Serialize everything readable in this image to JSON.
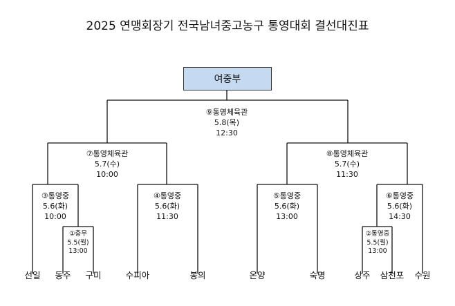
{
  "title": "2025 연맹회장기 전국남녀중고농구 통영대회 결선대진표",
  "division": "여중부",
  "matches": {
    "m9": {
      "venue": "⑨통영체육관",
      "date": "5.8(목)",
      "time": "12:30"
    },
    "m7": {
      "venue": "⑦통영체육관",
      "date": "5.7(수)",
      "time": "10:00"
    },
    "m8": {
      "venue": "⑧통영체육관",
      "date": "5.7(수)",
      "time": "11:30"
    },
    "m3": {
      "venue": "③통영중",
      "date": "5.6(화)",
      "time": "10:00"
    },
    "m4": {
      "venue": "④통영중",
      "date": "5.6(화)",
      "time": "11:30"
    },
    "m5": {
      "venue": "⑤통영중",
      "date": "5.6(화)",
      "time": "13:00"
    },
    "m6": {
      "venue": "⑥통영중",
      "date": "5.6(화)",
      "time": "14:30"
    },
    "m1": {
      "venue": "①충무",
      "date": "5.5(월)",
      "time": "13:00"
    },
    "m2": {
      "venue": "②통영중",
      "date": "5.5(월)",
      "time": "13:00"
    }
  },
  "teams": [
    "선일",
    "동주",
    "구미",
    "수피아",
    "봉의",
    "온양",
    "숙명",
    "상주",
    "삼천포",
    "수원"
  ]
}
